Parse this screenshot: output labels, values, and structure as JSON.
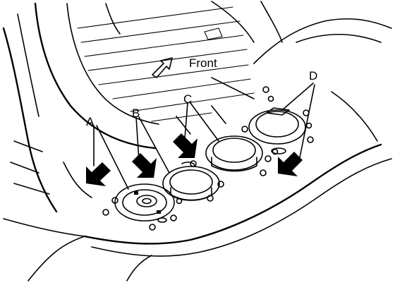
{
  "diagram": {
    "direction_label": "Front",
    "callouts": [
      {
        "id": "A",
        "text": "A"
      },
      {
        "id": "B",
        "text": "B"
      },
      {
        "id": "C",
        "text": "C"
      },
      {
        "id": "D",
        "text": "D"
      }
    ],
    "colors": {
      "line": "#000000",
      "background": "#ffffff"
    }
  }
}
